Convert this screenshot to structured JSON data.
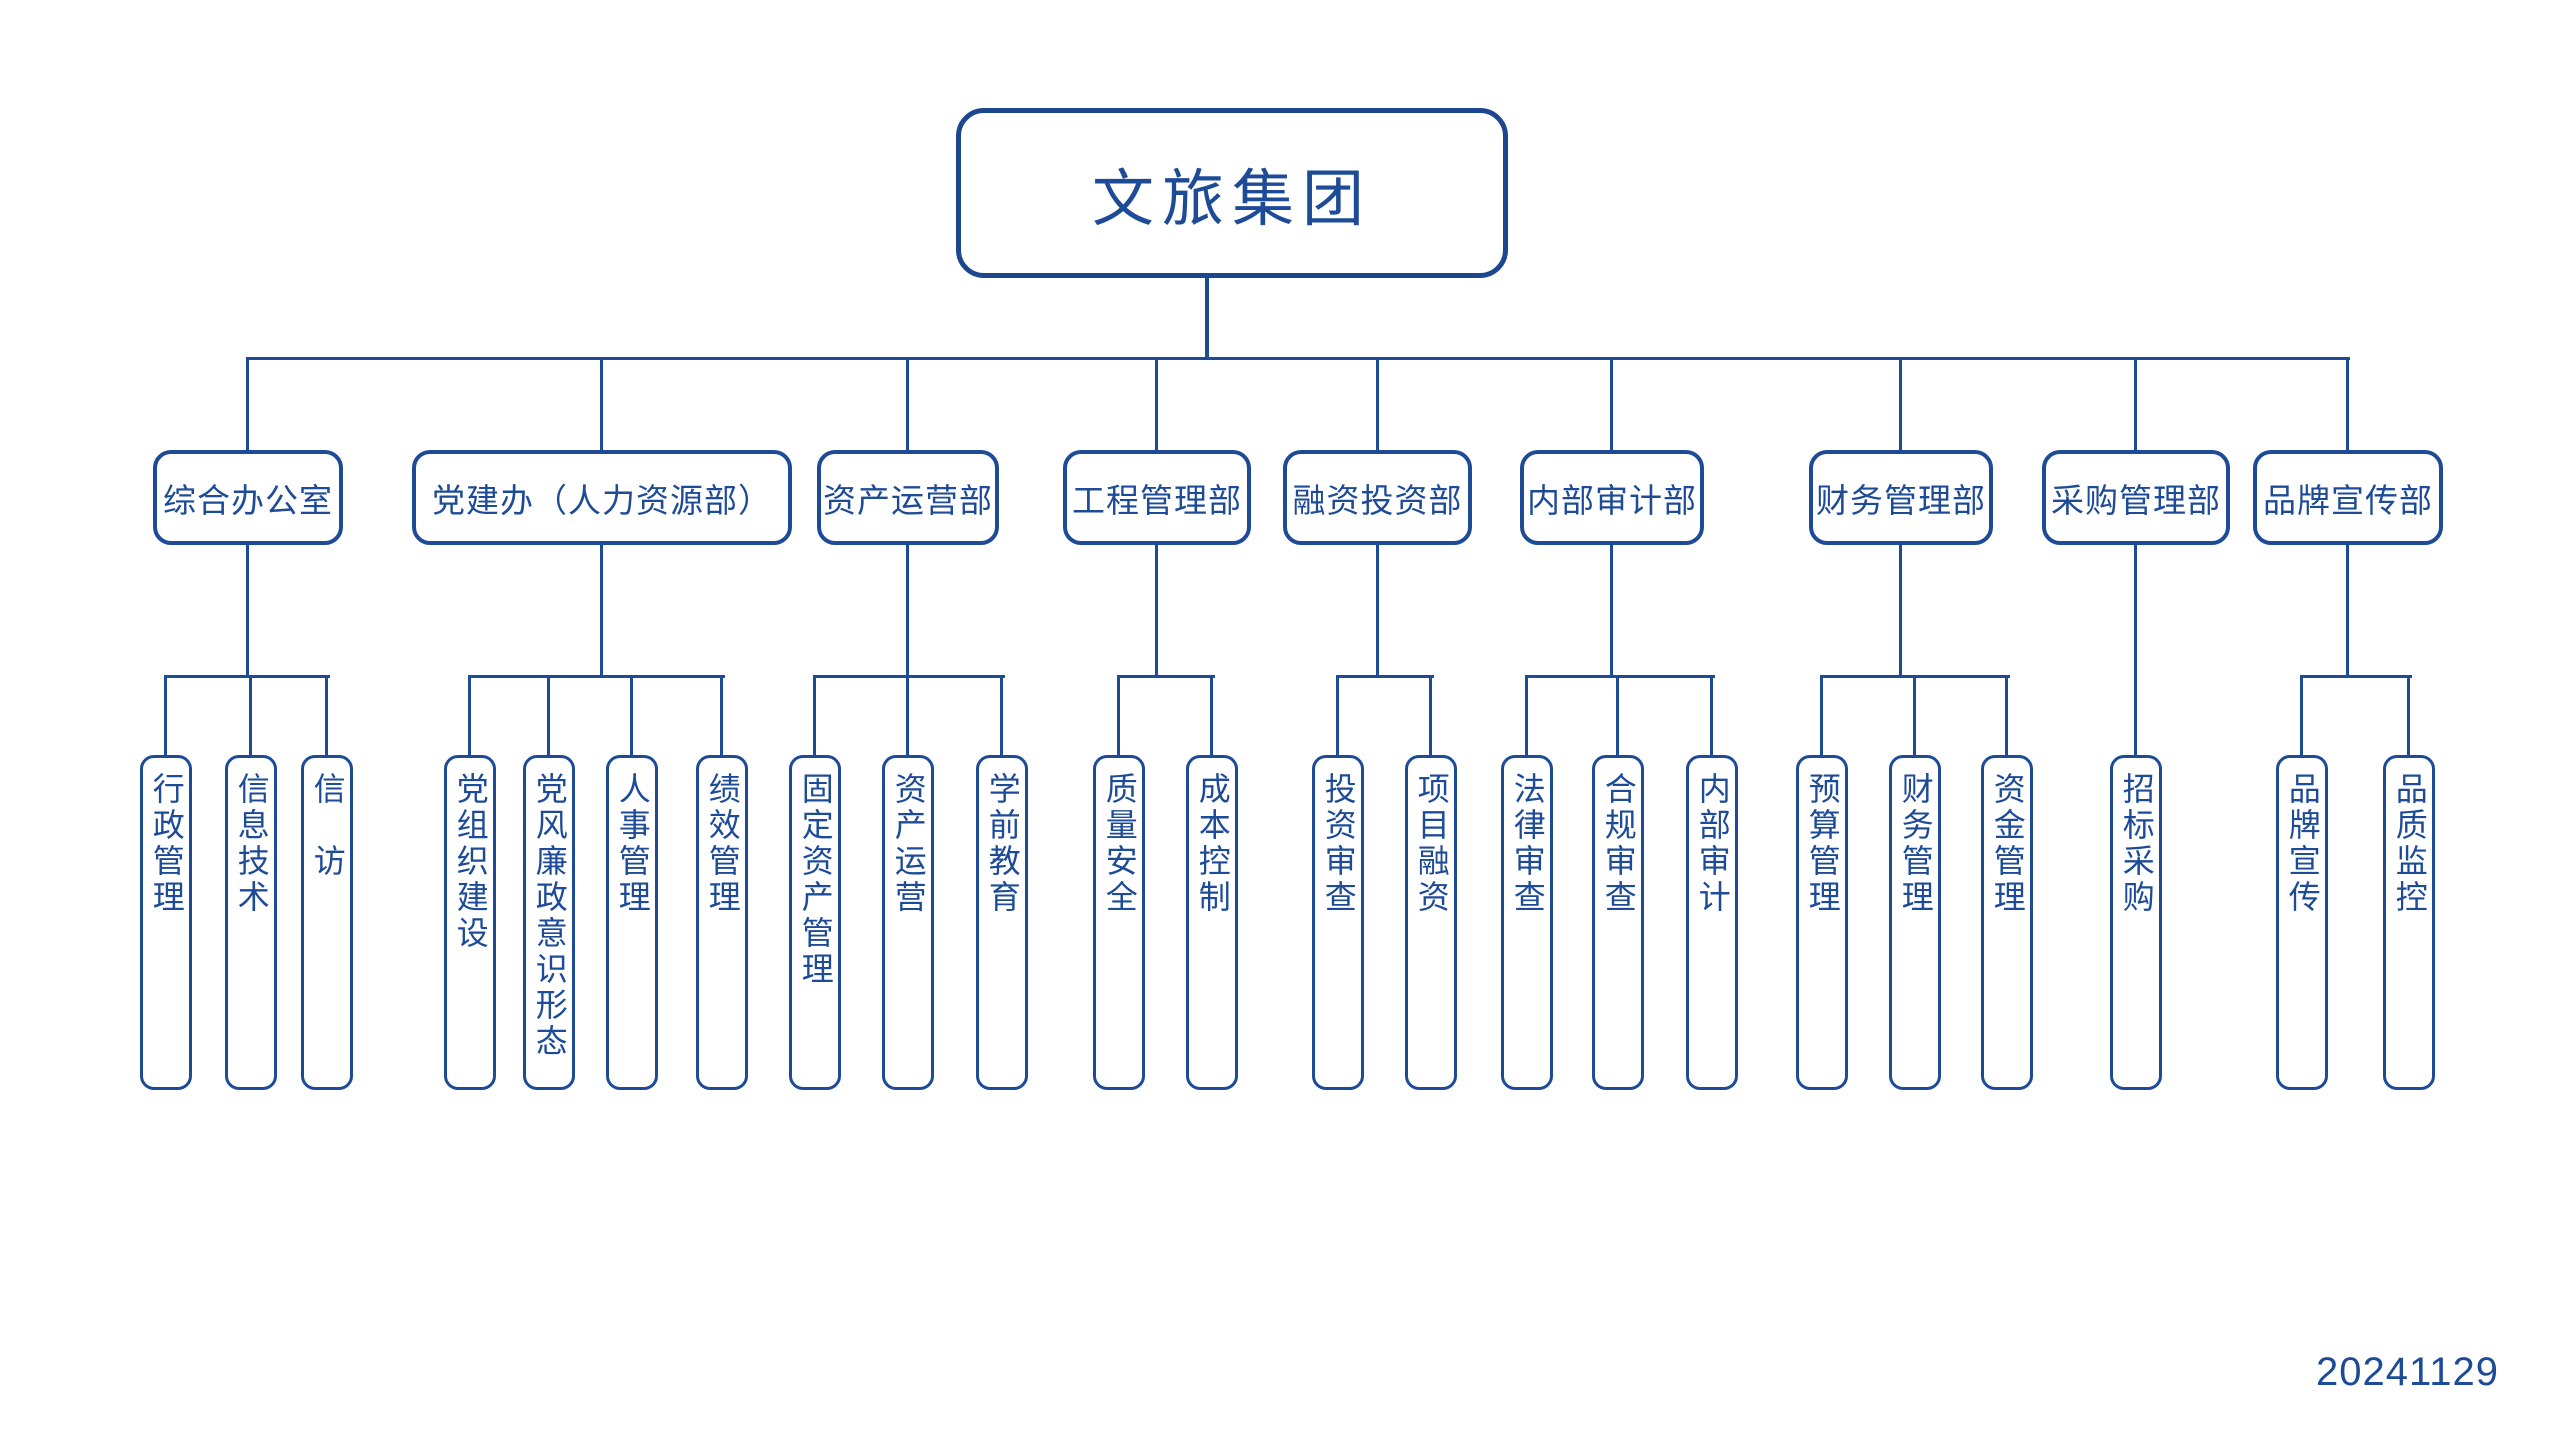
{
  "root": {
    "label": "文旅集团"
  },
  "date": "20241129",
  "colors": {
    "accent": "#1e4b97",
    "background": "#ffffff"
  },
  "departments": [
    {
      "label": "综合办公室",
      "children": [
        "行政管理",
        "信息技术",
        "信　访"
      ]
    },
    {
      "label": "党建办（人力资源部）",
      "children": [
        "党组织建设",
        "党风廉政意识形态",
        "人事管理",
        "绩效管理"
      ]
    },
    {
      "label": "资产运营部",
      "children": [
        "固定资产管理",
        "资产运营",
        "学前教育"
      ]
    },
    {
      "label": "工程管理部",
      "children": [
        "质量安全",
        "成本控制"
      ]
    },
    {
      "label": "融资投资部",
      "children": [
        "投资审查",
        "项目融资"
      ]
    },
    {
      "label": "内部审计部",
      "children": [
        "法律审查",
        "合规审查",
        "内部审计"
      ]
    },
    {
      "label": "财务管理部",
      "children": [
        "预算管理",
        "财务管理",
        "资金管理"
      ]
    },
    {
      "label": "采购管理部",
      "children": [
        "招标采购"
      ]
    },
    {
      "label": "品牌宣传部",
      "children": [
        "品牌宣传",
        "品质监控"
      ]
    }
  ]
}
